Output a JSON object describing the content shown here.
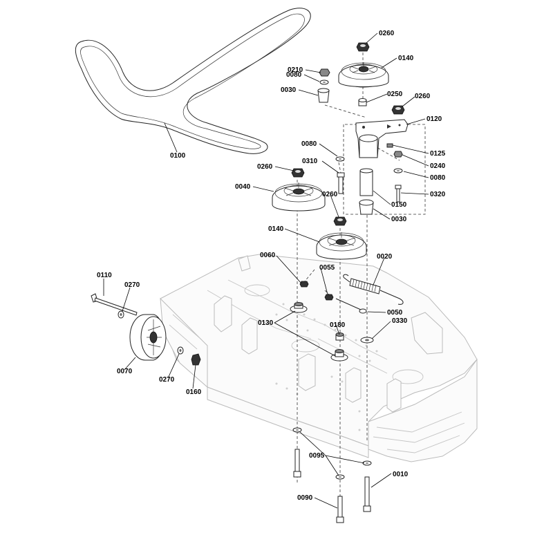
{
  "labels": {
    "l0260a": "0260",
    "l0140a": "0140",
    "l0210": "0210",
    "l0080a": "0080",
    "l0030a": "0030",
    "l0250": "0250",
    "l0260b": "0260",
    "l0120": "0120",
    "l0100": "0100",
    "l0080b": "0080",
    "l0125": "0125",
    "l0240": "0240",
    "l0310": "0310",
    "l0260c": "0260",
    "l0080c": "0080",
    "l0040": "0040",
    "l0320": "0320",
    "l0150": "0150",
    "l0260d": "0260",
    "l0030b": "0030",
    "l0140b": "0140",
    "l0060": "0060",
    "l0020": "0020",
    "l0055": "0055",
    "l0110": "0110",
    "l0270a": "0270",
    "l0050": "0050",
    "l0130": "0130",
    "l0330": "0330",
    "l0180": "0180",
    "l0070": "0070",
    "l0270b": "0270",
    "l0160": "0160",
    "l0095": "0095",
    "l0010": "0010",
    "l0090": "0090"
  }
}
